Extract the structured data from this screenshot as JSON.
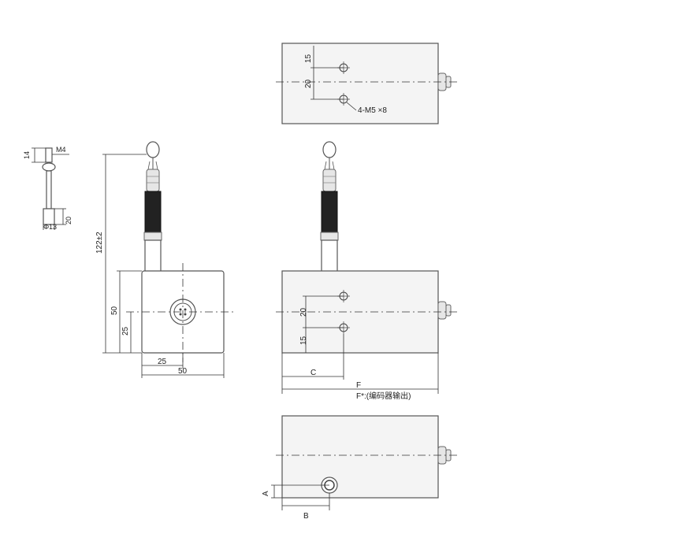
{
  "labels": {
    "thread_label": "M4",
    "stud_len": "14",
    "stud_dia": "13",
    "stud_phi": "Φ",
    "stud_height": "20",
    "total_len": "122±2",
    "front_height": "50",
    "front_half_height": "25",
    "front_half_width": "25",
    "front_width": "50",
    "top_dim_15": "15",
    "top_dim_20": "20",
    "mount_holes": "4-M5 ×8",
    "side_dim_20": "20",
    "side_dim_15": "15",
    "dim_c": "C",
    "dim_f": "F",
    "f_note": "F*:(编码器输出)",
    "dim_a": "A",
    "dim_b": "B"
  },
  "colors": {
    "line": "#555555",
    "connector": "#222222"
  }
}
